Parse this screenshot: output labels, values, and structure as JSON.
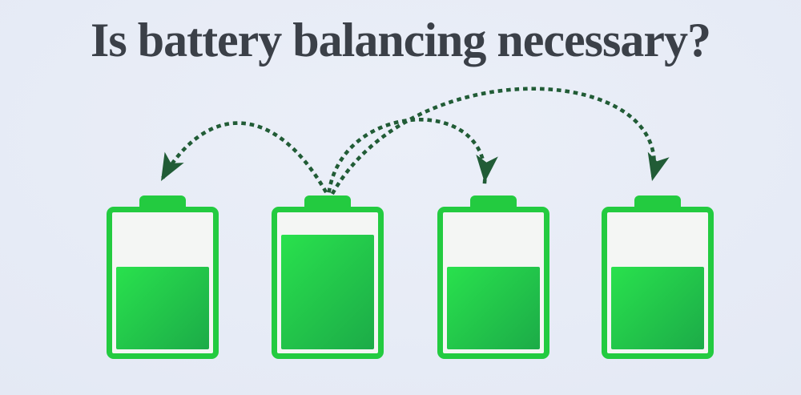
{
  "banner": {
    "title": "Is battery balancing necessary?"
  },
  "colors": {
    "background_center": "#ebeff8",
    "background_edge": "#dfe6f2",
    "title_text": "#3b4048",
    "battery_green": "#23cb40",
    "fill_bright": "#29e14d",
    "fill_deep": "#1cab48",
    "battery_inner": "#f4f6f4",
    "arrow_green": "#215c36"
  },
  "batteries": [
    {
      "name": "cell-1",
      "fill_percent": 62
    },
    {
      "name": "cell-2",
      "fill_percent": 86
    },
    {
      "name": "cell-3",
      "fill_percent": 62
    },
    {
      "name": "cell-4",
      "fill_percent": 62
    }
  ],
  "arrows": [
    {
      "name": "balance-arrow-to-cell-1",
      "from": "cell-2",
      "to": "cell-1",
      "style": "dotted-arc"
    },
    {
      "name": "balance-arrow-to-cell-3",
      "from": "cell-2",
      "to": "cell-3",
      "style": "dotted-arc"
    },
    {
      "name": "balance-arrow-to-cell-4",
      "from": "cell-2",
      "to": "cell-4",
      "style": "dotted-arc"
    }
  ]
}
